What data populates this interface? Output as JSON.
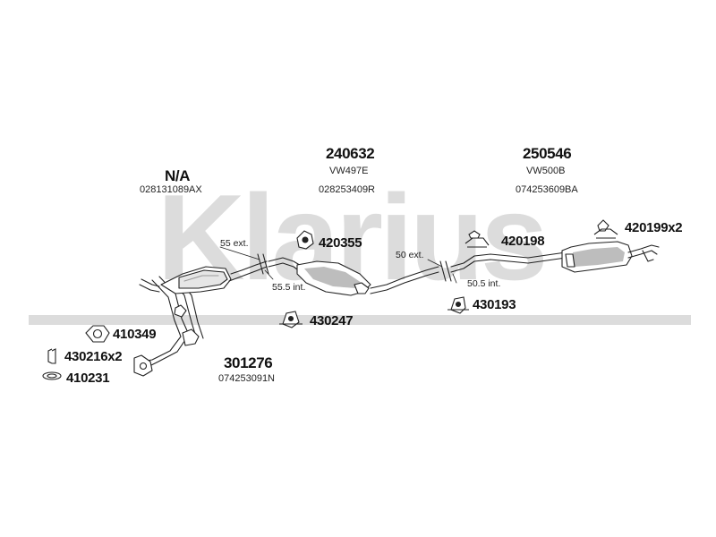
{
  "watermark": {
    "text": "Klarius",
    "color": "#dcdcdc"
  },
  "sections": [
    {
      "code": "N/A",
      "oem": "028131089AX"
    },
    {
      "code": "240632",
      "model": "VW497E",
      "oem": "028253409R"
    },
    {
      "code": "250546",
      "model": "VW500B",
      "oem": "074253609BA"
    },
    {
      "code": "301276",
      "oem": "074253091N"
    }
  ],
  "dimensions": {
    "front_ext": "55 ext.",
    "front_int": "55.5 int.",
    "rear_ext": "50 ext.",
    "rear_int": "50.5 int."
  },
  "fittings": [
    {
      "code": "420355"
    },
    {
      "code": "430247"
    },
    {
      "code": "420198"
    },
    {
      "code": "430193"
    },
    {
      "code": "420199x2"
    },
    {
      "code": "410349"
    },
    {
      "code": "430216x2"
    },
    {
      "code": "410231"
    }
  ],
  "colors": {
    "line": "#222222",
    "part_fill": "#ffffff",
    "part_shade": "#bdbdbd"
  }
}
